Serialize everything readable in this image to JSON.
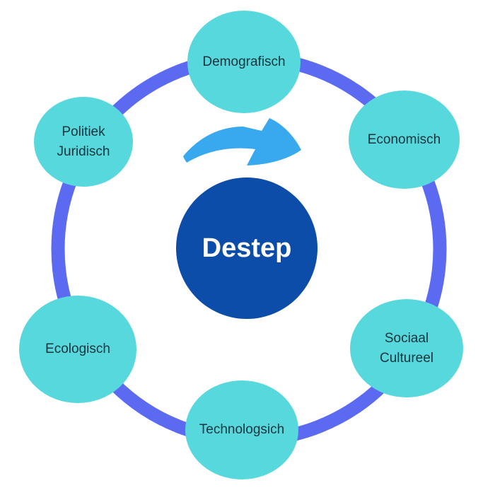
{
  "diagram": {
    "title": "Destep",
    "center": {
      "label": "Destep"
    },
    "nodes": [
      {
        "id": "demografisch",
        "label": "Demografisch"
      },
      {
        "id": "economisch",
        "label": "Economisch"
      },
      {
        "id": "sociaal-cultureel",
        "label": "Sociaal Cultureel"
      },
      {
        "id": "technologsich",
        "label": "Technologsich"
      },
      {
        "id": "ecologisch",
        "label": "Ecologisch"
      },
      {
        "id": "politiek-juridisch",
        "label": "Politiek Juridisch"
      }
    ],
    "icons": [
      {
        "name": "curved-arrow-right-icon",
        "meaning": "cycle / flow direction clockwise"
      }
    ],
    "colors": {
      "background": "#ffffff",
      "ring": "#5b6af1",
      "node_fill": "#57d8dd",
      "node_text": "#14333d",
      "center_fill": "#0b4da8",
      "center_text": "#ffffff",
      "arrow": "#38a9ef"
    }
  }
}
